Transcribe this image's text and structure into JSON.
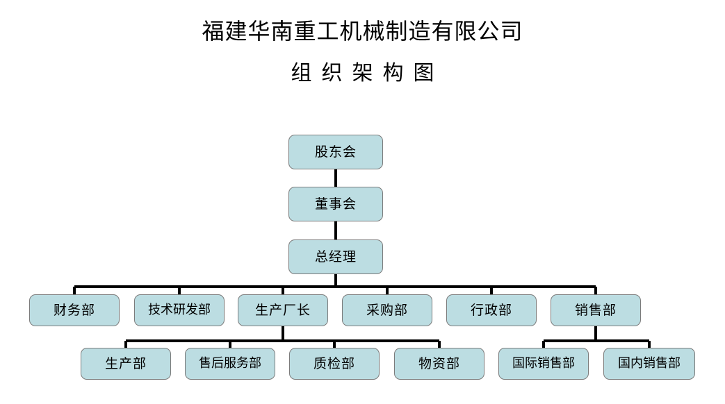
{
  "document": {
    "title_line1": "福建华南重工机械制造有限公司",
    "title_line2": "组织架构图"
  },
  "colors": {
    "node_fill": "#bcdde2",
    "node_border": "#7b7b7b",
    "connector": "#000000",
    "text": "#000000",
    "background": "#ffffff"
  },
  "chart_data": {
    "type": "diagram",
    "diagram_kind": "organization-chart",
    "orientation": "top-down",
    "title": "福建华南重工机械制造有限公司 组织架构图",
    "levels": [
      {
        "level": 1,
        "nodes": [
          "股东会"
        ]
      },
      {
        "level": 2,
        "nodes": [
          "董事会"
        ]
      },
      {
        "level": 3,
        "nodes": [
          "总经理"
        ]
      },
      {
        "level": 4,
        "nodes": [
          "财务部",
          "技术研发部",
          "生产厂长",
          "采购部",
          "行政部",
          "销售部"
        ]
      },
      {
        "level": 5,
        "nodes": [
          "生产部",
          "售后服务部",
          "质检部",
          "物资部",
          "国际销售部",
          "国内销售部"
        ]
      }
    ],
    "edges": [
      {
        "from": "股东会",
        "to": "董事会"
      },
      {
        "from": "董事会",
        "to": "总经理"
      },
      {
        "from": "总经理",
        "to": "财务部"
      },
      {
        "from": "总经理",
        "to": "技术研发部"
      },
      {
        "from": "总经理",
        "to": "生产厂长"
      },
      {
        "from": "总经理",
        "to": "采购部"
      },
      {
        "from": "总经理",
        "to": "行政部"
      },
      {
        "from": "总经理",
        "to": "销售部"
      },
      {
        "from": "生产厂长",
        "to": "生产部"
      },
      {
        "from": "生产厂长",
        "to": "售后服务部"
      },
      {
        "from": "生产厂长",
        "to": "质检部"
      },
      {
        "from": "生产厂长",
        "to": "物资部"
      },
      {
        "from": "销售部",
        "to": "国际销售部"
      },
      {
        "from": "销售部",
        "to": "国内销售部"
      }
    ]
  },
  "nodes": {
    "n1": {
      "label": "股东会"
    },
    "n2": {
      "label": "董事会"
    },
    "n3": {
      "label": "总经理"
    },
    "n4": {
      "label": "财务部"
    },
    "n5": {
      "label": "技术研发部"
    },
    "n6": {
      "label": "生产厂长"
    },
    "n7": {
      "label": "采购部"
    },
    "n8": {
      "label": "行政部"
    },
    "n9": {
      "label": "销售部"
    },
    "n10": {
      "label": "生产部"
    },
    "n11": {
      "label": "售后服务部"
    },
    "n12": {
      "label": "质检部"
    },
    "n13": {
      "label": "物资部"
    },
    "n14": {
      "label": "国际销售部"
    },
    "n15": {
      "label": "国内销售部"
    }
  }
}
